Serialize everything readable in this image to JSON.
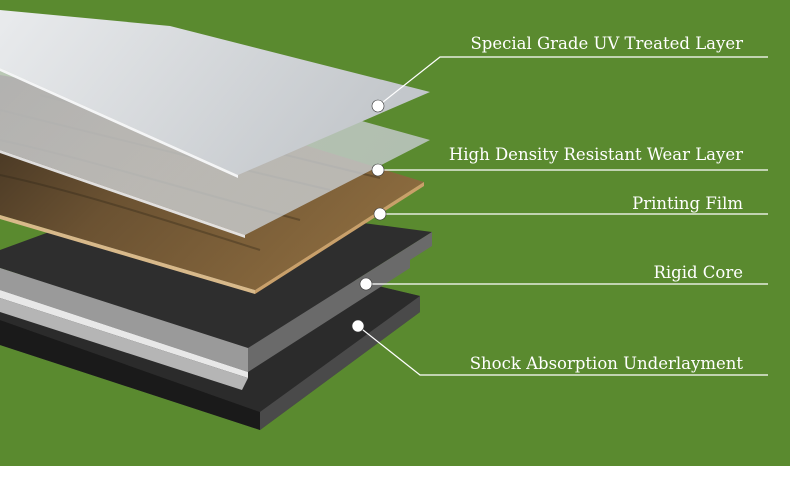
{
  "colors": {
    "background": "#5a8a2f",
    "leader_line": "#ffffff",
    "uv_layer": "#d6d9dc",
    "wear_layer": "#c9ced3",
    "printing_film": "#6e5330",
    "rigid_core": "#2b2b2b",
    "underlayment": "#262626",
    "bottom_strip": "#ffffff"
  },
  "layers": [
    {
      "label": "Special Grade UV Treated Layer"
    },
    {
      "label": "High Density Resistant Wear Layer"
    },
    {
      "label": "Printing Film"
    },
    {
      "label": "Rigid Core"
    },
    {
      "label": "Shock Absorption Underlayment"
    }
  ]
}
